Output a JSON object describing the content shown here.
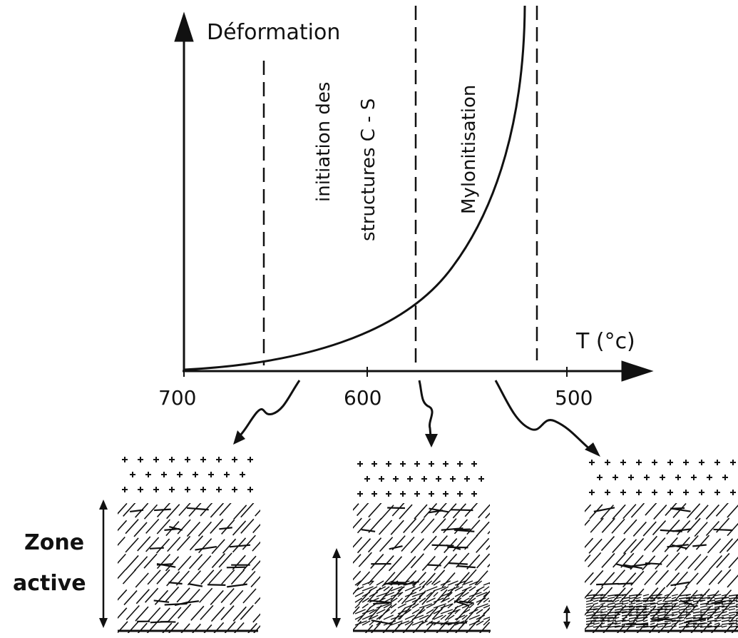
{
  "diagram": {
    "y_axis_label": "Déformation",
    "x_axis_label": "T (°c)",
    "x_ticks": [
      "700",
      "600",
      "500"
    ],
    "zone_labels": {
      "initiation_line1": "initiation des",
      "initiation_line2": "structures C - S",
      "mylonitisation": "Mylonitisation"
    },
    "side_label_line1": "Zone",
    "side_label_line2": "active",
    "panels": [
      {
        "name": "panel-high-temperature",
        "stage": "initiation"
      },
      {
        "name": "panel-mid-temperature",
        "stage": "structures C-S"
      },
      {
        "name": "panel-low-temperature",
        "stage": "mylonitisation"
      }
    ]
  },
  "colors": {
    "ink": "#111111",
    "background": "#ffffff"
  }
}
